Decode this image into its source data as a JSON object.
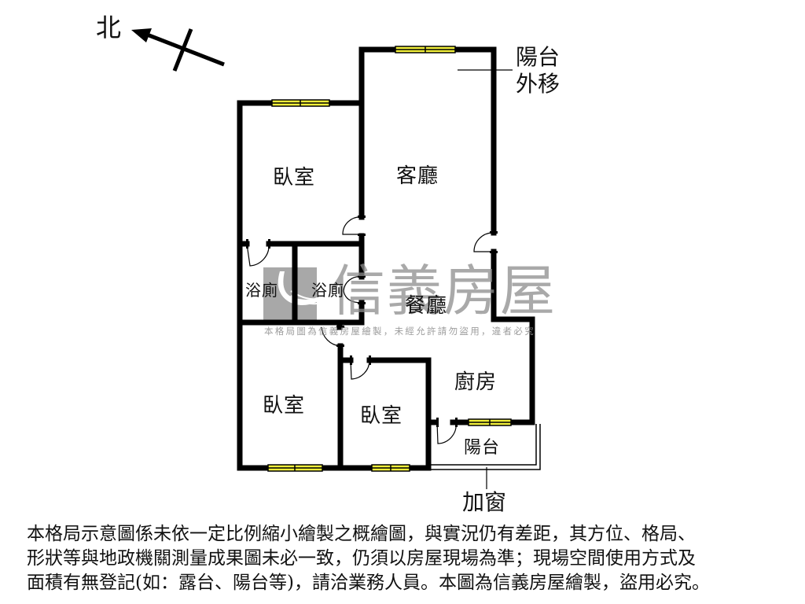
{
  "compass": {
    "label": "北",
    "icon": "north-arrow-icon"
  },
  "rooms": {
    "bedroom_top": "臥室",
    "living_room": "客廳",
    "bathroom_1": "浴廁",
    "bathroom_2": "浴廁",
    "dining_room": "餐廳",
    "bedroom_bottom_left": "臥室",
    "bedroom_bottom_mid": "臥室",
    "kitchen": "廚房",
    "balcony": "陽台"
  },
  "annotations": {
    "balcony_moved_line1": "陽台",
    "balcony_moved_line2": "外移",
    "added_window": "加窗"
  },
  "watermark": {
    "brand": "信義房屋",
    "notice": "本格局圖為信義房屋繪製，未經允許請勿盜用，違者必究"
  },
  "disclaimer": {
    "line1": "本格局示意圖係未依一定比例縮小繪製之概繪圖，與實況仍有差距，其方位、格局、",
    "line2": "形狀等與地政機關測量成果圖未必一致，仍須以房屋現場為準；現場空間使用方式及",
    "line3": "面積有無登記(如：露台、陽台等)，請洽業務人員。本圖為信義房屋繪製，盜用必究。"
  },
  "colors": {
    "wall": "#000000",
    "window_fill": "#f2f03a",
    "watermark": "#8c8c8c",
    "background": "#ffffff"
  }
}
